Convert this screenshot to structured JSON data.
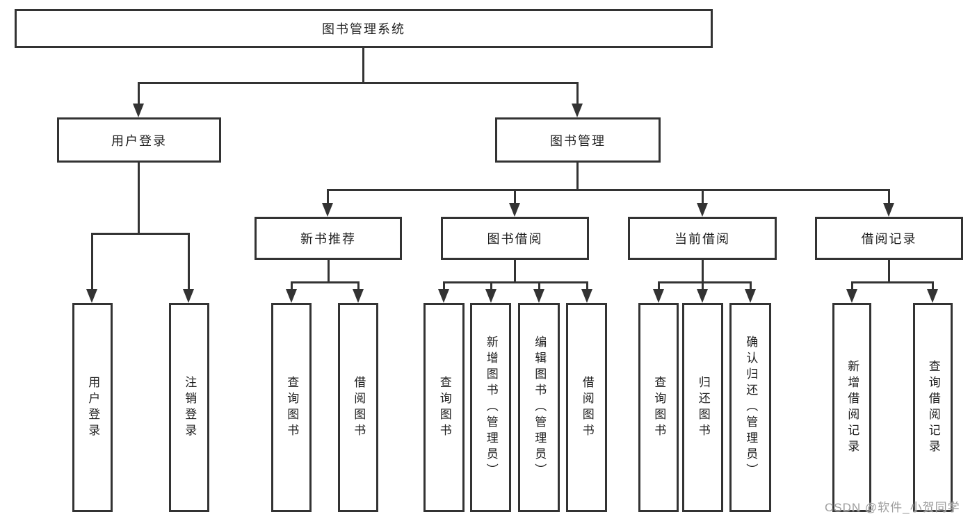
{
  "colors": {
    "line": "#333333",
    "text": "#1f1f1f",
    "watermark": "#9e9e9e",
    "background": "#ffffff"
  },
  "watermark": "CSDN @软件_小贺同学",
  "tree": {
    "label": "图书管理系统",
    "children": [
      {
        "label": "用户登录",
        "children": [
          {
            "label": "用户登录"
          },
          {
            "label": "注销登录"
          }
        ]
      },
      {
        "label": "图书管理",
        "children": [
          {
            "label": "新书推荐",
            "children": [
              {
                "label": "查询图书"
              },
              {
                "label": "借阅图书"
              }
            ]
          },
          {
            "label": "图书借阅",
            "children": [
              {
                "label": "查询图书"
              },
              {
                "label": "新增图书（管理员）"
              },
              {
                "label": "编辑图书（管理员）"
              },
              {
                "label": "借阅图书"
              }
            ]
          },
          {
            "label": "当前借阅",
            "children": [
              {
                "label": "查询图书"
              },
              {
                "label": "归还图书"
              },
              {
                "label": "确认归还（管理员）"
              }
            ]
          },
          {
            "label": "借阅记录",
            "children": [
              {
                "label": "新增借阅记录"
              },
              {
                "label": "查询借阅记录"
              }
            ]
          }
        ]
      }
    ]
  }
}
